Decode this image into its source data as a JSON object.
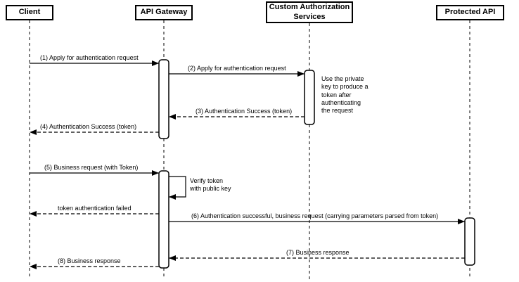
{
  "colors": {
    "stroke": "#000000",
    "fill": "#ffffff"
  },
  "participants": [
    {
      "id": "client",
      "label": "Client"
    },
    {
      "id": "api-gateway",
      "label": "API Gateway"
    },
    {
      "id": "custom-auth",
      "label": "Custom Authorization\nServices"
    },
    {
      "id": "protected-api",
      "label": "Protected API"
    }
  ],
  "messages": [
    {
      "num": 1,
      "label": "(1) Apply for authentication request",
      "type": "solid"
    },
    {
      "num": 2,
      "label": "(2) Apply for authentication request",
      "type": "solid"
    },
    {
      "num": 3,
      "label": "(3) Authentication Success (token)",
      "type": "dashed"
    },
    {
      "num": 4,
      "label": "(4) Authentication Success (token)",
      "type": "dashed"
    },
    {
      "num": 5,
      "label": "(5) Business request (with Token)",
      "type": "solid"
    },
    {
      "num": 6,
      "label": "(6) Authentication successful, business request (carrying parameters parsed from token)",
      "type": "solid"
    },
    {
      "num": 7,
      "label": "(7) Business response",
      "type": "dashed"
    },
    {
      "num": 8,
      "label": "(8) Business response",
      "type": "dashed"
    }
  ],
  "labels": {
    "token_failed": "token authentication failed",
    "self_message": "Verify token\nwith public key",
    "note": "Use the private\nkey to produce a\ntoken after\nauthenticating\nthe request"
  }
}
